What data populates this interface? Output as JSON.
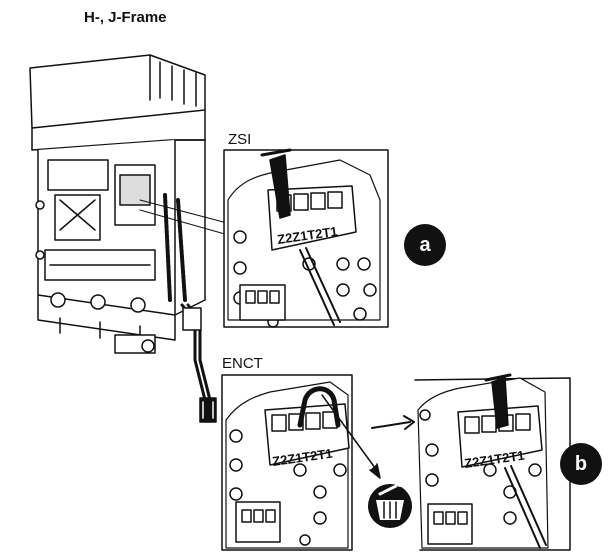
{
  "title": "H-, J-Frame",
  "sections": {
    "zsi": {
      "label": "ZSI"
    },
    "enct": {
      "label": "ENCT"
    }
  },
  "terminals": [
    "Z2",
    "Z1",
    "T2",
    "T1"
  ],
  "terminal_strip_text": "Z2Z1T2T1",
  "markers": {
    "a": "a",
    "b": "b"
  },
  "colors": {
    "ink": "#111111",
    "background": "#ffffff"
  },
  "icons": [
    "screwdriver-icon",
    "brush-icon",
    "arrow-icon"
  ]
}
